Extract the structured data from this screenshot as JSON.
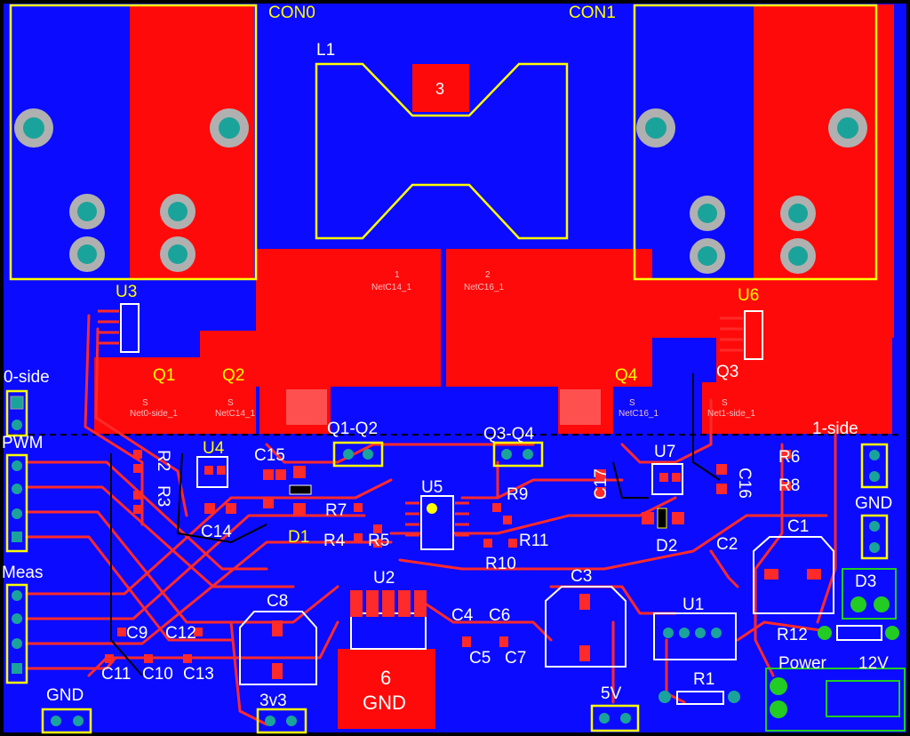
{
  "connectors": {
    "con0": "CON0",
    "con1": "CON1",
    "l1": "L1",
    "pad3": "3"
  },
  "nets": {
    "c14_num": "1",
    "c14_name": "NetC14_1",
    "c16_num": "2",
    "c16_name": "NetC16_1",
    "q1_s": "S",
    "q1_net": "Net0-side_1",
    "q2_s": "S",
    "q2_net": "NetC14_1",
    "q4_s": "S",
    "q4_net": "NetC16_1",
    "q3_s": "S",
    "q3_net": "Net1-side_1"
  },
  "labels": {
    "u3": "U3",
    "u6": "U6",
    "q1": "Q1",
    "q2": "Q2",
    "q3": "Q3",
    "q4": "Q4",
    "side0": "0-side",
    "side1": "1-side",
    "pwm": "PWM",
    "meas": "Meas",
    "q1q2": "Q1-Q2",
    "q3q4": "Q3-Q4",
    "u4": "U4",
    "u5": "U5",
    "u7": "U7",
    "u2": "U2",
    "u1": "U1",
    "c15": "C15",
    "c14": "C14",
    "c17": "C17",
    "c16": "C16",
    "c1": "C1",
    "c2": "C2",
    "c3": "C3",
    "c8": "C8",
    "c4": "C4",
    "c6": "C6",
    "c5": "C5",
    "c7": "C7",
    "c9": "C9",
    "c12": "C12",
    "c11": "C11",
    "c10": "C10",
    "c13": "C13",
    "r2": "R2",
    "r3": "R3",
    "r4": "R4",
    "r5": "R5",
    "r6": "R6",
    "r7": "R7",
    "r8": "R8",
    "r9": "R9",
    "r10": "R10",
    "r11": "R11",
    "r12": "R12",
    "r1": "R1",
    "d1": "D1",
    "d2": "D2",
    "d3": "D3",
    "gnd_left": "GND",
    "gnd_right": "GND",
    "v3v3": "3v3",
    "v5": "5V",
    "power": "Power",
    "v12": "12V",
    "pad6": "6",
    "pad6_gnd": "GND"
  },
  "colors": {
    "copper_bottom": "#0b0bff",
    "copper_top": "#ff0a0a",
    "silk": "#ffff00",
    "pad_ring": "#b0b0b0",
    "pad_hole": "#1aa39a",
    "outline": "#22cc22"
  }
}
